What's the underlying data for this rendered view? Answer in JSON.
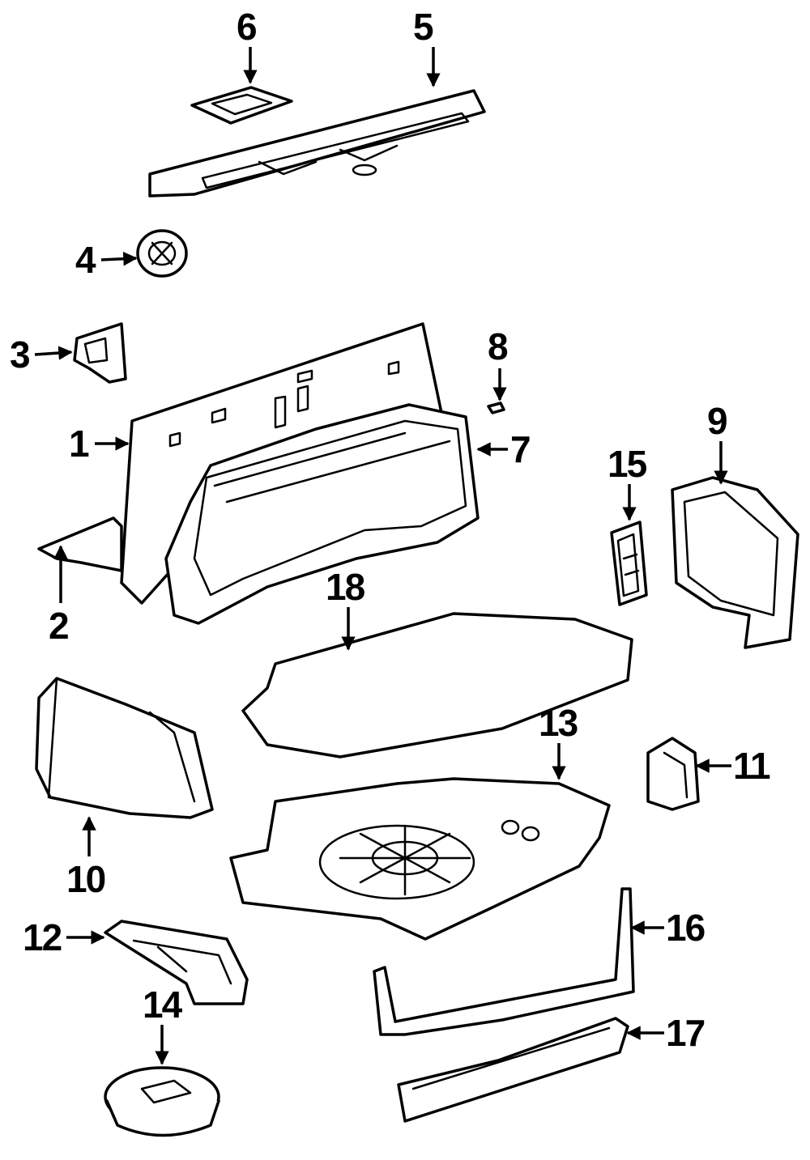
{
  "callouts": [
    {
      "n": "1"
    },
    {
      "n": "2"
    },
    {
      "n": "3"
    },
    {
      "n": "4"
    },
    {
      "n": "5"
    },
    {
      "n": "6"
    },
    {
      "n": "7"
    },
    {
      "n": "8"
    },
    {
      "n": "9"
    },
    {
      "n": "10"
    },
    {
      "n": "11"
    },
    {
      "n": "12"
    },
    {
      "n": "13"
    },
    {
      "n": "14"
    },
    {
      "n": "15"
    },
    {
      "n": "16"
    },
    {
      "n": "17"
    },
    {
      "n": "18"
    }
  ],
  "colors": {
    "ink": "#000000",
    "paper": "#ffffff"
  }
}
